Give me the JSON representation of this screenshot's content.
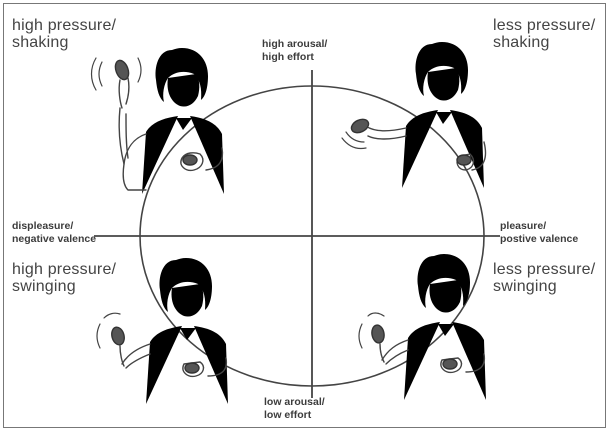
{
  "axes": {
    "top": "high arousal/\nhigh effort",
    "bottom": "low arousal/\nlow effort",
    "left": "displeasure/\nnegative valence",
    "right": "pleasure/\npostive valence"
  },
  "quadrants": {
    "top_left": "high pressure/\nshaking",
    "top_right": "less pressure/\nshaking",
    "bottom_left": "high pressure/\nswinging",
    "bottom_right": "less pressure/\nswinging"
  },
  "icons": [
    "person-figure-icon",
    "phone-icon",
    "shake-motion-icon",
    "swing-motion-icon"
  ],
  "colors": {
    "line": "#444444",
    "frame": "#777777",
    "background": "#ffffff"
  }
}
